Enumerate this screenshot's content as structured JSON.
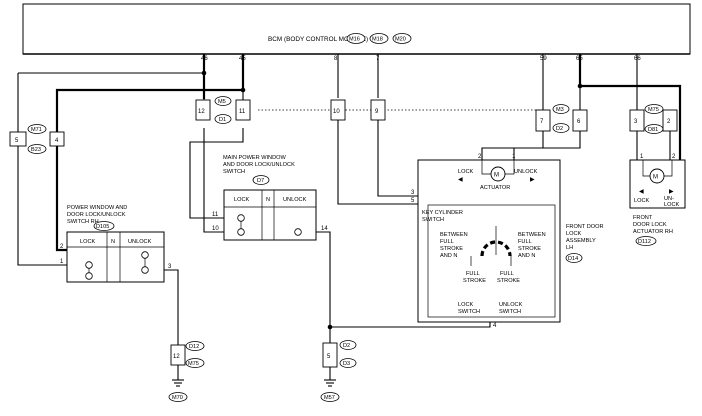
{
  "bcm": {
    "title": "BCM (BODY CONTROL MODULE)",
    "connectors": [
      "M16",
      "M18",
      "M20"
    ]
  },
  "bcm_pins": {
    "p46": "46",
    "p45": "45",
    "p8": "8",
    "p7": "7",
    "p59": "59",
    "p65": "65",
    "p66": "66"
  },
  "connector_labels": {
    "m71_pin": "5",
    "m71": "M71",
    "b23": "B23",
    "b23_pin": "4",
    "m5_pin_l": "12",
    "m5": "M5",
    "d1": "D1",
    "m5_pin_r": "11",
    "mid_l": "10",
    "mid_r": "9",
    "m3_pin_l": "7",
    "m3": "M3",
    "d2": "D2",
    "m3_pin_r": "6",
    "m75_pin_l": "3",
    "m75": "M75",
    "d81": "D81",
    "m75_pin_r": "2",
    "d12_pin": "12",
    "d12": "D12",
    "m75b": "M75",
    "gnd_pin": "5",
    "d2b": "D2",
    "d3": "D3"
  },
  "grounds": {
    "left": "M70",
    "right": "M57"
  },
  "main_switch": {
    "title_lines": [
      "MAIN POWER WINDOW",
      "AND DOOR LOCK/UNLOCK",
      "SWITCH"
    ],
    "connector": "D7",
    "headers": [
      "LOCK",
      "N",
      "UNLOCK"
    ],
    "pins": {
      "p11": "11",
      "p10": "10",
      "p14": "14"
    }
  },
  "rh_switch": {
    "title_lines": [
      "POWER WINDOW AND",
      "DOOR LOCK/UNLOCK",
      "SWITCH RH"
    ],
    "connector": "D105",
    "headers": [
      "LOCK",
      "N",
      "UNLOCK"
    ],
    "pins": {
      "p2": "2",
      "p1": "1",
      "p3": "3"
    }
  },
  "front_lock_lh": {
    "title_lines": [
      "FRONT DOOR",
      "LOCK",
      "ASSEMBLY",
      "LH"
    ],
    "connector": "D14",
    "pins": {
      "p2": "2",
      "p1": "1",
      "p3": "3",
      "p5": "5",
      "p4": "4"
    },
    "lock": "LOCK",
    "unlock": "UNLOCK",
    "actuator": "ACTUATOR",
    "motor": "M",
    "key_switch_lines": [
      "KEY CYLINDER",
      "SWITCH"
    ],
    "left_text": [
      "BETWEEN",
      "FULL",
      "STROKE",
      "AND N"
    ],
    "right_text": [
      "BETWEEN",
      "FULL",
      "STROKE",
      "AND N"
    ],
    "full_stroke_l": [
      "FULL",
      "STROKE"
    ],
    "full_stroke_r": [
      "FULL",
      "STROKE"
    ],
    "lock_switch": [
      "LOCK",
      "SWITCH"
    ],
    "unlock_switch": [
      "UNLOCK",
      "SWITCH"
    ]
  },
  "front_actuator_rh": {
    "title_lines": [
      "FRONT",
      "DOOR LOCK",
      "ACTUATOR RH"
    ],
    "connector": "D112",
    "pins": {
      "p1": "1",
      "p2": "2"
    },
    "motor": "M",
    "lock": "LOCK",
    "unlock_lines": [
      "UN-",
      "LOCK"
    ]
  }
}
